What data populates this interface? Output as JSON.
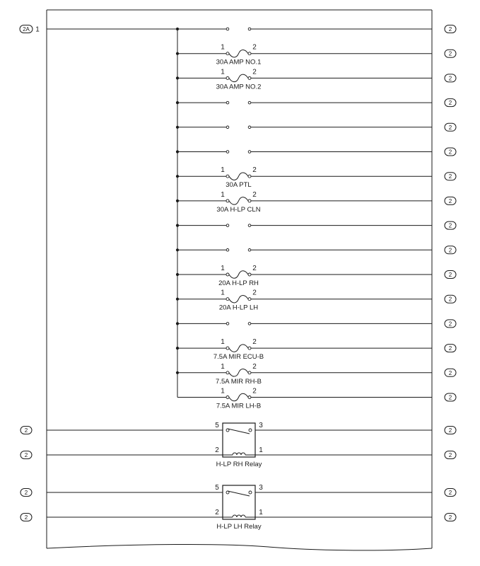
{
  "diagram": {
    "input_connector": {
      "id": "2A",
      "pin": "1"
    },
    "connector_label": "2",
    "fuse_rows": [
      {
        "fuse": null
      },
      {
        "fuse": {
          "pin_left": "1",
          "pin_right": "2",
          "label": "30A AMP NO.1"
        }
      },
      {
        "fuse": {
          "pin_left": "1",
          "pin_right": "2",
          "label": "30A AMP NO.2"
        }
      },
      {
        "fuse": null
      },
      {
        "fuse": null
      },
      {
        "fuse": null
      },
      {
        "fuse": {
          "pin_left": "1",
          "pin_right": "2",
          "label": "30A PTL"
        }
      },
      {
        "fuse": {
          "pin_left": "1",
          "pin_right": "2",
          "label": "30A H-LP CLN"
        }
      },
      {
        "fuse": null
      },
      {
        "fuse": null
      },
      {
        "fuse": {
          "pin_left": "1",
          "pin_right": "2",
          "label": "20A H-LP RH"
        }
      },
      {
        "fuse": {
          "pin_left": "1",
          "pin_right": "2",
          "label": "20A H-LP LH"
        }
      },
      {
        "fuse": null
      },
      {
        "fuse": {
          "pin_left": "1",
          "pin_right": "2",
          "label": "7.5A MIR ECU-B"
        }
      },
      {
        "fuse": {
          "pin_left": "1",
          "pin_right": "2",
          "label": "7.5A MIR RH-B"
        }
      },
      {
        "fuse": {
          "pin_left": "1",
          "pin_right": "2",
          "label": "7.5A MIR LH-B"
        }
      }
    ],
    "relays": [
      {
        "label": "H-LP RH Relay",
        "switch_pin_left": "5",
        "switch_pin_right": "3",
        "coil_pin_left": "2",
        "coil_pin_right": "1"
      },
      {
        "label": "H-LP LH Relay",
        "switch_pin_left": "5",
        "switch_pin_right": "3",
        "coil_pin_left": "2",
        "coil_pin_right": "1"
      }
    ]
  }
}
